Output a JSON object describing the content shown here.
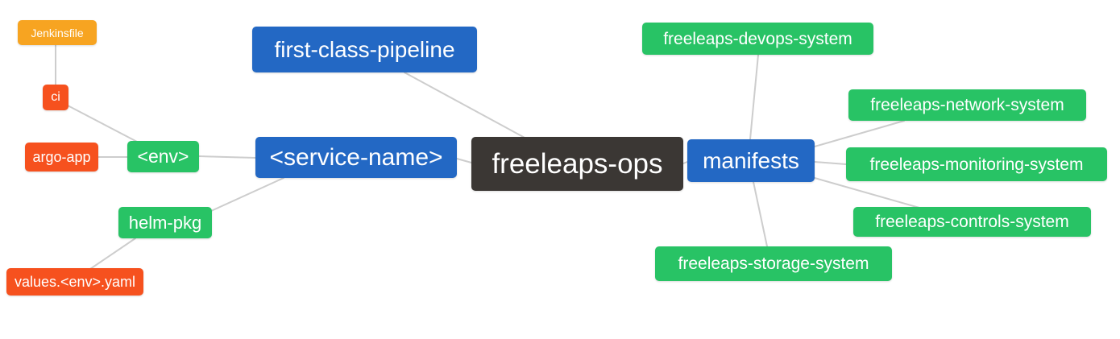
{
  "diagram": {
    "type": "mindmap",
    "background_color": "#ffffff",
    "edge_color": "#cdcdcd",
    "palette": {
      "root_dark": "#3b3734",
      "branch_blue": "#2368c4",
      "secondary_green": "#28c365",
      "leaf_red": "#f6511e",
      "leaf_amber": "#f7a421",
      "text": "#ffffff"
    },
    "nodes": {
      "root": {
        "label": "freeleaps-ops",
        "color": "#3b3734"
      },
      "first_class_pipeline": {
        "label": "first-class-pipeline",
        "color": "#2368c4"
      },
      "service_name": {
        "label": "<service-name>",
        "color": "#2368c4"
      },
      "manifests": {
        "label": "manifests",
        "color": "#2368c4"
      },
      "env": {
        "label": "<env>",
        "color": "#28c365"
      },
      "helm_pkg": {
        "label": "helm-pkg",
        "color": "#28c365"
      },
      "ci": {
        "label": "ci",
        "color": "#f6511e"
      },
      "argo_app": {
        "label": "argo-app",
        "color": "#f6511e"
      },
      "jenkinsfile": {
        "label": "Jenkinsfile",
        "color": "#f7a421"
      },
      "values_env_yaml": {
        "label": "values.<env>.yaml",
        "color": "#f6511e"
      },
      "devops_system": {
        "label": "freeleaps-devops-system",
        "color": "#28c365"
      },
      "network_system": {
        "label": "freeleaps-network-system",
        "color": "#28c365"
      },
      "monitoring_system": {
        "label": "freeleaps-monitoring-system",
        "color": "#28c365"
      },
      "controls_system": {
        "label": "freeleaps-controls-system",
        "color": "#28c365"
      },
      "storage_system": {
        "label": "freeleaps-storage-system",
        "color": "#28c365"
      }
    },
    "edges": [
      {
        "from": "Jenkinsfile",
        "to": "ci"
      },
      {
        "from": "ci",
        "to": "<env>"
      },
      {
        "from": "argo-app",
        "to": "<env>"
      },
      {
        "from": "<env>",
        "to": "<service-name>"
      },
      {
        "from": "helm-pkg",
        "to": "<service-name>"
      },
      {
        "from": "values.<env>.yaml",
        "to": "helm-pkg"
      },
      {
        "from": "<service-name>",
        "to": "freeleaps-ops"
      },
      {
        "from": "first-class-pipeline",
        "to": "freeleaps-ops"
      },
      {
        "from": "manifests",
        "to": "freeleaps-ops"
      },
      {
        "from": "freeleaps-devops-system",
        "to": "manifests"
      },
      {
        "from": "freeleaps-network-system",
        "to": "manifests"
      },
      {
        "from": "freeleaps-monitoring-system",
        "to": "manifests"
      },
      {
        "from": "freeleaps-controls-system",
        "to": "manifests"
      },
      {
        "from": "freeleaps-storage-system",
        "to": "manifests"
      }
    ]
  }
}
